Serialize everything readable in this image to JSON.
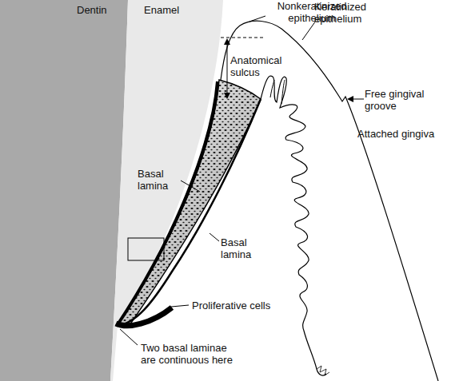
{
  "diagram": {
    "labels": [
      "Dentin",
      "Enamel",
      "Nonkeratinized epithelium",
      "Anatomical sulcus",
      "Keratinized epithelium",
      "Free gingival groove",
      "Attached gingiva",
      "Basal lamina",
      "Basal lamina",
      "Proliferative cells",
      "Two basal laminae are continuous here"
    ]
  }
}
